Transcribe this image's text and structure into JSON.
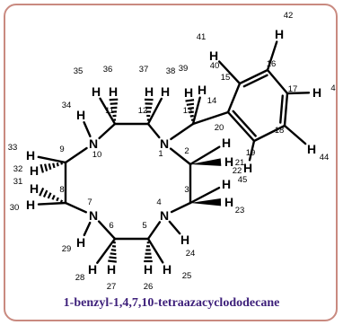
{
  "caption": "1-benzyl-1,4,7,10-tetraazacyclododecane",
  "colors": {
    "border": "#c98a80",
    "caption": "#3d1f7a",
    "bond": "#000000"
  },
  "atoms": [
    {
      "id": "N1",
      "el": "N",
      "n": "1"
    },
    {
      "id": "C2",
      "el": "C",
      "n": "2"
    },
    {
      "id": "C3",
      "el": "C",
      "n": "3"
    },
    {
      "id": "N4",
      "el": "N",
      "n": "4"
    },
    {
      "id": "C5",
      "el": "C",
      "n": "5"
    },
    {
      "id": "C6",
      "el": "C",
      "n": "6"
    },
    {
      "id": "N7",
      "el": "N",
      "n": "7"
    },
    {
      "id": "C8",
      "el": "C",
      "n": "8"
    },
    {
      "id": "C9",
      "el": "C",
      "n": "9"
    },
    {
      "id": "N10",
      "el": "N",
      "n": "10"
    },
    {
      "id": "C11",
      "el": "C",
      "n": "11"
    },
    {
      "id": "C12",
      "el": "C",
      "n": "12"
    },
    {
      "id": "C13",
      "el": "C",
      "n": "13"
    },
    {
      "id": "C14",
      "el": "C",
      "n": "14"
    },
    {
      "id": "C15",
      "el": "C",
      "n": "15"
    },
    {
      "id": "C16",
      "el": "C",
      "n": "16"
    },
    {
      "id": "C17",
      "el": "C",
      "n": "17"
    },
    {
      "id": "C18",
      "el": "C",
      "n": "18"
    },
    {
      "id": "C19",
      "el": "C",
      "n": "19"
    },
    {
      "id": "H20",
      "el": "H",
      "n": "20"
    },
    {
      "id": "H21",
      "el": "H",
      "n": "21"
    },
    {
      "id": "H22",
      "el": "H",
      "n": "22"
    },
    {
      "id": "H23",
      "el": "H",
      "n": "23"
    },
    {
      "id": "H24",
      "el": "H",
      "n": "24"
    },
    {
      "id": "H25",
      "el": "H",
      "n": "25"
    },
    {
      "id": "H26",
      "el": "H",
      "n": "26"
    },
    {
      "id": "H27",
      "el": "H",
      "n": "27"
    },
    {
      "id": "H28",
      "el": "H",
      "n": "28"
    },
    {
      "id": "H29",
      "el": "H",
      "n": "29"
    },
    {
      "id": "H30",
      "el": "H",
      "n": "30"
    },
    {
      "id": "H31",
      "el": "H",
      "n": "31"
    },
    {
      "id": "H32",
      "el": "H",
      "n": "32"
    },
    {
      "id": "H33",
      "el": "H",
      "n": "33"
    },
    {
      "id": "H34",
      "el": "H",
      "n": "34"
    },
    {
      "id": "H35",
      "el": "H",
      "n": "35"
    },
    {
      "id": "H36",
      "el": "H",
      "n": "36"
    },
    {
      "id": "H37",
      "el": "H",
      "n": "37"
    },
    {
      "id": "H38",
      "el": "H",
      "n": "38"
    },
    {
      "id": "H39",
      "el": "H",
      "n": "39"
    },
    {
      "id": "H40",
      "el": "H",
      "n": "40"
    },
    {
      "id": "H41",
      "el": "H",
      "n": "41"
    },
    {
      "id": "H42",
      "el": "H",
      "n": "42"
    },
    {
      "id": "H4",
      "el": "H",
      "n": "4"
    },
    {
      "id": "H44",
      "el": "H",
      "n": "44"
    },
    {
      "id": "H45",
      "el": "H",
      "n": "45"
    }
  ],
  "bonds": [
    [
      "N1",
      "C2",
      "single"
    ],
    [
      "C2",
      "C3",
      "single"
    ],
    [
      "C3",
      "N4",
      "single"
    ],
    [
      "N4",
      "C5",
      "single"
    ],
    [
      "C5",
      "C6",
      "single"
    ],
    [
      "C6",
      "N7",
      "single"
    ],
    [
      "N7",
      "C8",
      "single"
    ],
    [
      "C8",
      "C9",
      "single"
    ],
    [
      "C9",
      "N10",
      "single"
    ],
    [
      "N10",
      "C11",
      "single"
    ],
    [
      "C11",
      "C12",
      "single"
    ],
    [
      "C12",
      "N1",
      "single"
    ],
    [
      "N1",
      "C13",
      "single"
    ],
    [
      "C13",
      "C14",
      "single"
    ],
    [
      "C14",
      "C15",
      "single"
    ],
    [
      "C15",
      "C16",
      "double"
    ],
    [
      "C16",
      "C17",
      "single"
    ],
    [
      "C17",
      "C18",
      "double"
    ],
    [
      "C18",
      "C19",
      "single"
    ],
    [
      "C19",
      "C14",
      "double"
    ],
    [
      "C2",
      "H20",
      "single"
    ],
    [
      "C2",
      "H21",
      "wedge"
    ],
    [
      "C3",
      "H22",
      "single"
    ],
    [
      "C3",
      "H23",
      "wedge"
    ],
    [
      "N4",
      "H24",
      "single"
    ],
    [
      "C5",
      "H25",
      "single"
    ],
    [
      "C5",
      "H26",
      "hash"
    ],
    [
      "C6",
      "H27",
      "hash"
    ],
    [
      "C6",
      "H28",
      "single"
    ],
    [
      "N7",
      "H29",
      "single"
    ],
    [
      "C8",
      "H30",
      "single"
    ],
    [
      "C8",
      "H31",
      "hash"
    ],
    [
      "C9",
      "H32",
      "hash"
    ],
    [
      "C9",
      "H33",
      "single"
    ],
    [
      "N10",
      "H34",
      "single"
    ],
    [
      "C11",
      "H35",
      "single"
    ],
    [
      "C11",
      "H36",
      "hash"
    ],
    [
      "C12",
      "H37",
      "hash"
    ],
    [
      "C12",
      "H38",
      "single"
    ],
    [
      "C13",
      "H39",
      "hash"
    ],
    [
      "C13",
      "H40",
      "single"
    ],
    [
      "C15",
      "H41",
      "single"
    ],
    [
      "C16",
      "H42",
      "single"
    ],
    [
      "C17",
      "H4",
      "single"
    ],
    [
      "C18",
      "H44",
      "single"
    ],
    [
      "C19",
      "H45",
      "single"
    ]
  ]
}
